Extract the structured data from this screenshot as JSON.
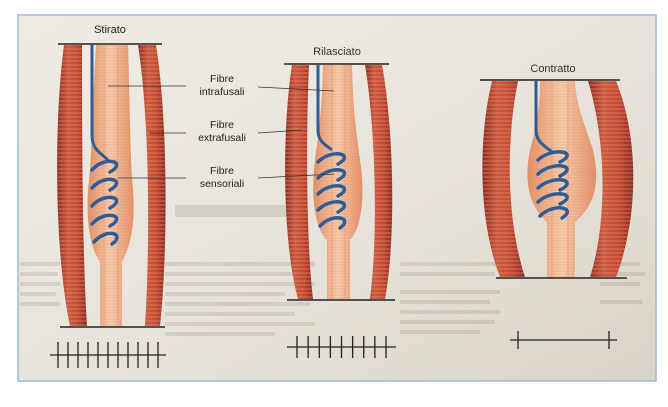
{
  "titles": {
    "stirato": "Stirato",
    "rilasciato": "Rilasciato",
    "contratto": "Contratto"
  },
  "labels": {
    "intrafusali_1": "Fibre",
    "intrafusali_2": "intrafusali",
    "extrafusali_1": "Fibre",
    "extrafusali_2": "extrafusali",
    "sensoriali_1": "Fibre",
    "sensoriali_2": "sensoriali"
  },
  "colors": {
    "page": "#eae5dc",
    "frame": "#9db9db",
    "muscle_dark": "#b3392c",
    "muscle_mid": "#cc5a3d",
    "spindle_light": "#f6c8a6",
    "spindle_mid": "#eba37b",
    "nerve": "#2f5b97",
    "line": "#222222"
  },
  "scale_ticks": {
    "stirato": 11,
    "rilasciato": 9,
    "contratto": 2
  }
}
